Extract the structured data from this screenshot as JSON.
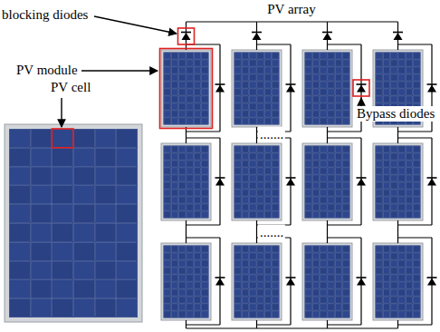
{
  "diagram": {
    "labels": [
      "blocking diodes",
      "PV module",
      "PV cell",
      "PV array",
      "Bypass diodes",
      ".......",
      "......."
    ]
  }
}
